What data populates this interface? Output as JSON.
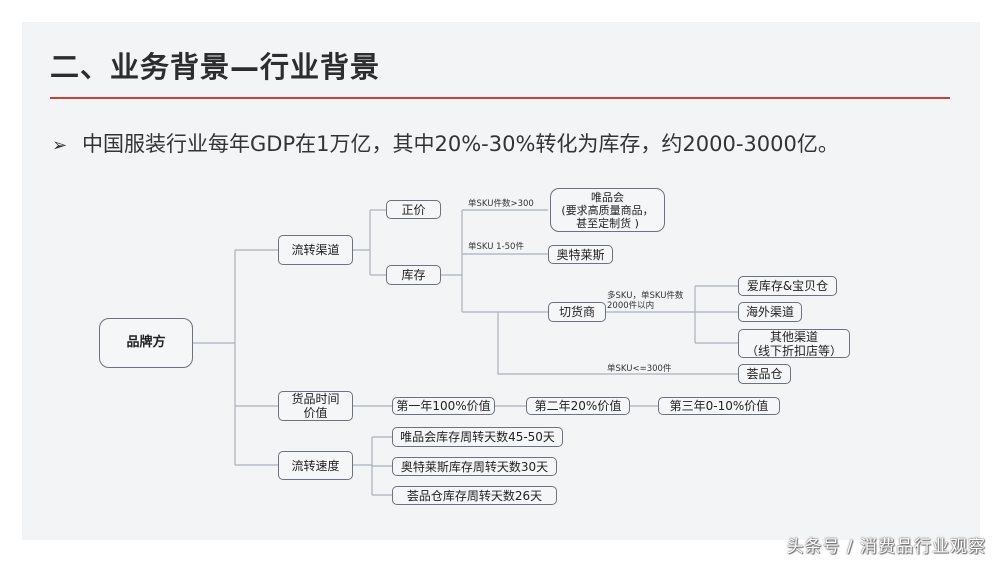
{
  "slide": {
    "title": "二、业务背景—行业背景",
    "bullet_icon": "arrow-bullet-icon",
    "bullet_glyph": "➢",
    "bullet_text": "中国服装行业每年GDP在1万亿，其中20%-30%转化为库存，约2000-3000亿。",
    "accent_color": "#c9403a"
  },
  "diagram": {
    "root": "品牌方",
    "branches": {
      "channel": "流转渠道",
      "time_value": "货品时间\n价值",
      "speed": "流转速度"
    },
    "channel_children": {
      "full_price": "正价",
      "inventory": "库存"
    },
    "inventory_children": {
      "vip": "唯品会\n(要求高质量商品，\n甚至定制货 )",
      "outlets": "奥特莱斯",
      "cutter": "切货商",
      "huipin": "荟品仓"
    },
    "edge_labels": {
      "vip": "单SKU件数>300",
      "outlets": "单SKU 1-50件",
      "cutter": "多SKU，单SKU件数\n2000件以内",
      "huipin": "单SKU<=300件"
    },
    "cutter_children": {
      "aikucun": "爱库存&宝贝仓",
      "overseas": "海外渠道",
      "others": "其他渠道\n（线下折扣店等）"
    },
    "time_value_chain": [
      "第一年100%价值",
      "第二年20%价值",
      "第三年0-10%价值"
    ],
    "speed_children": [
      "唯品会库存周转天数45-50天",
      "奥特莱斯库存周转天数30天",
      "荟品仓库存周转天数26天"
    ]
  },
  "watermark": "头条号 / 消费品行业观察"
}
